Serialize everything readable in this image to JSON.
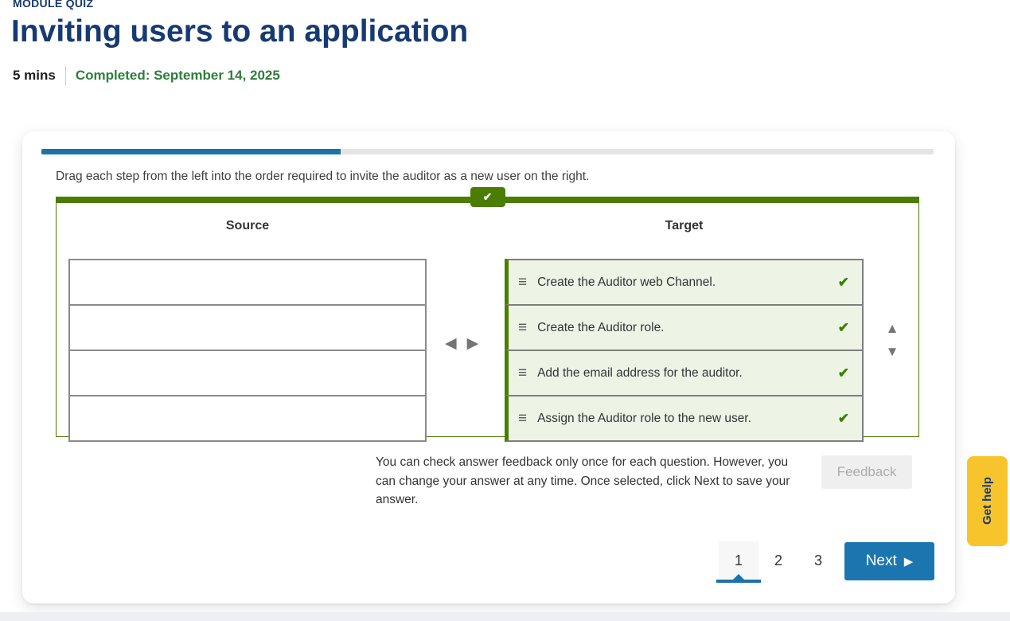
{
  "page": {
    "eyebrow": "MODULE QUIZ",
    "title": "Inviting users to an application",
    "duration": "5 mins",
    "completed": "Completed: September 14, 2025"
  },
  "quiz": {
    "progress_percent": 33.5,
    "instruction": "Drag each step from the left into the order required to invite the auditor as a new user on the right.",
    "source_header": "Source",
    "target_header": "Target",
    "source_items": [
      "",
      "",
      "",
      ""
    ],
    "target_items": [
      {
        "label": "Create the Auditor web Channel.",
        "correct": true
      },
      {
        "label": "Create the Auditor role.",
        "correct": true
      },
      {
        "label": "Add the email address for the auditor.",
        "correct": true
      },
      {
        "label": "Assign the Auditor role to the new user.",
        "correct": true
      }
    ],
    "note": "You can check answer feedback only once for each question. However, you can change your answer at any time. Once selected, click Next to save your answer.",
    "feedback_label": "Feedback",
    "pagination": [
      "1",
      "2",
      "3"
    ],
    "active_page": "1",
    "next_label": "Next"
  },
  "help_tab": {
    "label": "Get help"
  },
  "icons": {
    "check": "✔",
    "drag_handle": "≡",
    "left_arrow": "◀",
    "right_arrow": "▶",
    "up_arrow": "▲",
    "down_arrow": "▼",
    "next_arrow": "▶"
  },
  "colors": {
    "navy": "#173a72",
    "completed_green": "#2e7d3c",
    "olive_green": "#4a7d00",
    "item_bg": "#edf4e6",
    "check_green": "#3e7e00",
    "progress_blue": "#1b73a9",
    "next_blue": "#1b76af",
    "help_yellow": "#f8c42c"
  }
}
